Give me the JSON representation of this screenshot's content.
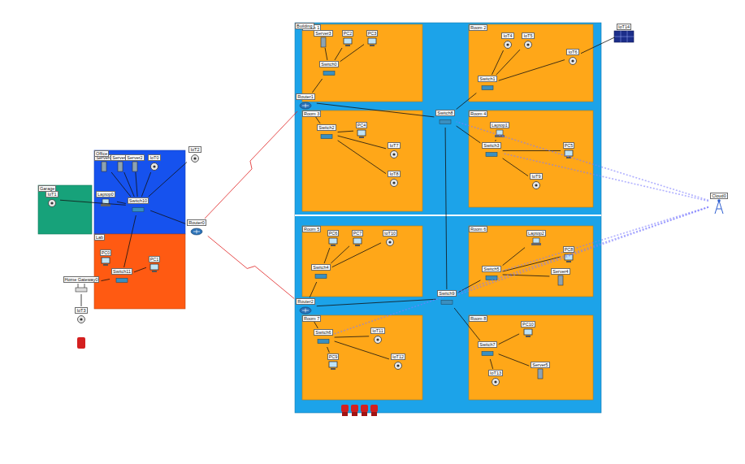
{
  "diagram": {
    "nodes": [
      {
        "text": [
          "Building"
        ]
      },
      {
        "text": [
          "Room 1"
        ],
        "in": 0
      },
      {
        "text": [
          "Room 2"
        ],
        "in": 0
      },
      {
        "text": [
          "Room 3"
        ],
        "in": 0
      },
      {
        "text": [
          "Room 4"
        ],
        "in": 0
      },
      {
        "text": [
          "Room 5"
        ],
        "in": 0
      },
      {
        "text": [
          "Room 6"
        ],
        "in": 0
      },
      {
        "text": [
          "Room 7"
        ],
        "in": 0
      },
      {
        "text": [
          "Room 8"
        ],
        "in": 0
      },
      {
        "text": [
          "Office"
        ]
      },
      {
        "text": [
          "Lab"
        ]
      },
      {
        "text": [
          "Garage"
        ]
      },
      {
        "text": [
          "Router0"
        ]
      },
      {
        "text": [
          "Router1"
        ],
        "in": 0
      },
      {
        "text": [
          "Router2"
        ],
        "in": 0
      },
      {
        "text": [
          "Switch8"
        ],
        "in": 0
      },
      {
        "text": [
          "Switch9"
        ],
        "in": 0
      },
      {
        "text": [
          "Cloud0"
        ]
      },
      {
        "text": [
          "Switch0"
        ],
        "in": 1
      },
      {
        "text": [
          "Switch1"
        ],
        "in": 2
      },
      {
        "text": [
          "Switch2"
        ],
        "in": 3
      },
      {
        "text": [
          "Switch3"
        ],
        "in": 4
      },
      {
        "text": [
          "Switch4"
        ],
        "in": 5
      },
      {
        "text": [
          "Switch5"
        ],
        "in": 6
      },
      {
        "text": [
          "Switch6"
        ],
        "in": 7
      },
      {
        "text": [
          "Switch7"
        ],
        "in": 8
      },
      {
        "text": [
          "Switch10"
        ],
        "in": 9
      },
      {
        "text": [
          "Switch11"
        ],
        "in": 10
      },
      {
        "text": [
          "Home Gateway0"
        ]
      },
      {
        "text": [
          "Server0"
        ],
        "in": 9
      },
      {
        "text": [
          "Server1"
        ],
        "in": 9
      },
      {
        "text": [
          "Server2"
        ],
        "in": 9
      },
      {
        "text": [
          "Laptop0"
        ],
        "in": 9
      },
      {
        "text": [
          "IoT0"
        ],
        "in": 9
      },
      {
        "text": [
          "PC0"
        ],
        "in": 10
      },
      {
        "text": [
          "PC1"
        ],
        "in": 10
      },
      {
        "text": [
          "IoT1"
        ],
        "in": 11
      },
      {
        "text": [
          "IoT2"
        ]
      },
      {
        "text": [
          "IoT3"
        ]
      },
      {
        "text": [
          "Server3"
        ],
        "in": 1
      },
      {
        "text": [
          "PC2"
        ],
        "in": 1
      },
      {
        "text": [
          "PC3"
        ],
        "in": 1
      },
      {
        "text": [
          "IoT4"
        ],
        "in": 2
      },
      {
        "text": [
          "IoT5"
        ],
        "in": 2
      },
      {
        "text": [
          "IoT6"
        ],
        "in": 2
      },
      {
        "text": [
          "PC4"
        ],
        "in": 3
      },
      {
        "text": [
          "IoT7"
        ],
        "in": 3
      },
      {
        "text": [
          "IoT8"
        ],
        "in": 3
      },
      {
        "text": [
          "Laptop1"
        ],
        "in": 4
      },
      {
        "text": [
          "IoT9"
        ],
        "in": 4
      },
      {
        "text": [
          "PC5"
        ],
        "in": 4
      },
      {
        "text": [
          "PC6"
        ],
        "in": 5
      },
      {
        "text": [
          "PC7"
        ],
        "in": 5
      },
      {
        "text": [
          "IoT10"
        ],
        "in": 5
      },
      {
        "text": [
          "Laptop2"
        ],
        "in": 6
      },
      {
        "text": [
          "PC8"
        ],
        "in": 6
      },
      {
        "text": [
          "Server4"
        ],
        "in": 6
      },
      {
        "text": [
          "PC9"
        ],
        "in": 7
      },
      {
        "text": [
          "IoT11"
        ],
        "in": 7
      },
      {
        "text": [
          "IoT12"
        ],
        "in": 7
      },
      {
        "text": [
          "PC10"
        ],
        "in": 8
      },
      {
        "text": [
          "Server5"
        ],
        "in": 8
      },
      {
        "text": [
          "IoT13"
        ],
        "in": 8
      },
      {
        "text": [
          "IoT14"
        ]
      }
    ],
    "edges": [
      {
        "from": 12,
        "to": 13,
        "arrow": "none"
      },
      {
        "from": 12,
        "to": 14,
        "arrow": "none"
      },
      {
        "from": 12,
        "to": 26,
        "arrow": "none"
      },
      {
        "from": 26,
        "to": 27,
        "arrow": "none"
      },
      {
        "from": 27,
        "to": 28,
        "arrow": "none"
      },
      {
        "from": 36,
        "to": 26,
        "arrow": "none"
      },
      {
        "from": 29,
        "to": 26,
        "arrow": "none"
      },
      {
        "from": 30,
        "to": 26,
        "arrow": "none"
      },
      {
        "from": 31,
        "to": 26,
        "arrow": "none"
      },
      {
        "from": 32,
        "to": 26,
        "arrow": "none"
      },
      {
        "from": 33,
        "to": 26,
        "arrow": "none"
      },
      {
        "from": 37,
        "to": 26,
        "arrow": "none"
      },
      {
        "from": 34,
        "to": 27,
        "arrow": "none"
      },
      {
        "from": 35,
        "to": 27,
        "arrow": "none"
      },
      {
        "from": 38,
        "to": 28,
        "arrow": "none"
      },
      {
        "from": 13,
        "to": 18,
        "arrow": "none"
      },
      {
        "from": 13,
        "to": 20,
        "arrow": "none"
      },
      {
        "from": 13,
        "to": 15,
        "arrow": "none"
      },
      {
        "from": 14,
        "to": 22,
        "arrow": "none"
      },
      {
        "from": 14,
        "to": 24,
        "arrow": "none"
      },
      {
        "from": 14,
        "to": 16,
        "arrow": "none"
      },
      {
        "from": 15,
        "to": 19,
        "arrow": "none"
      },
      {
        "from": 15,
        "to": 21,
        "arrow": "none"
      },
      {
        "from": 15,
        "to": 16,
        "arrow": "none"
      },
      {
        "from": 16,
        "to": 23,
        "arrow": "none"
      },
      {
        "from": 16,
        "to": 25,
        "arrow": "none"
      },
      {
        "from": 39,
        "to": 18,
        "arrow": "none"
      },
      {
        "from": 40,
        "to": 18,
        "arrow": "none"
      },
      {
        "from": 41,
        "to": 18,
        "arrow": "none"
      },
      {
        "from": 42,
        "to": 19,
        "arrow": "none"
      },
      {
        "from": 43,
        "to": 19,
        "arrow": "none"
      },
      {
        "from": 44,
        "to": 19,
        "arrow": "none"
      },
      {
        "from": 45,
        "to": 20,
        "arrow": "none"
      },
      {
        "from": 46,
        "to": 20,
        "arrow": "none"
      },
      {
        "from": 47,
        "to": 20,
        "arrow": "none"
      },
      {
        "from": 48,
        "to": 21,
        "arrow": "none"
      },
      {
        "from": 49,
        "to": 21,
        "arrow": "none"
      },
      {
        "from": 50,
        "to": 21,
        "arrow": "none"
      },
      {
        "from": 51,
        "to": 22,
        "arrow": "none"
      },
      {
        "from": 52,
        "to": 22,
        "arrow": "none"
      },
      {
        "from": 53,
        "to": 22,
        "arrow": "none"
      },
      {
        "from": 54,
        "to": 23,
        "arrow": "none"
      },
      {
        "from": 55,
        "to": 23,
        "arrow": "none"
      },
      {
        "from": 56,
        "to": 23,
        "arrow": "none"
      },
      {
        "from": 57,
        "to": 24,
        "arrow": "none"
      },
      {
        "from": 58,
        "to": 24,
        "arrow": "none"
      },
      {
        "from": 59,
        "to": 24,
        "arrow": "none"
      },
      {
        "from": 60,
        "to": 25,
        "arrow": "none"
      },
      {
        "from": 61,
        "to": 25,
        "arrow": "none"
      },
      {
        "from": 62,
        "to": 25,
        "arrow": "none"
      },
      {
        "from": 63,
        "to": 44,
        "arrow": "none"
      },
      {
        "from": 17,
        "to": 15,
        "arrow": "none"
      },
      {
        "from": 17,
        "to": 21,
        "arrow": "none"
      },
      {
        "from": 17,
        "to": 23,
        "arrow": "none"
      },
      {
        "from": 17,
        "to": 24,
        "arrow": "none"
      },
      {
        "from": 17,
        "to": 16,
        "arrow": "none"
      }
    ]
  }
}
